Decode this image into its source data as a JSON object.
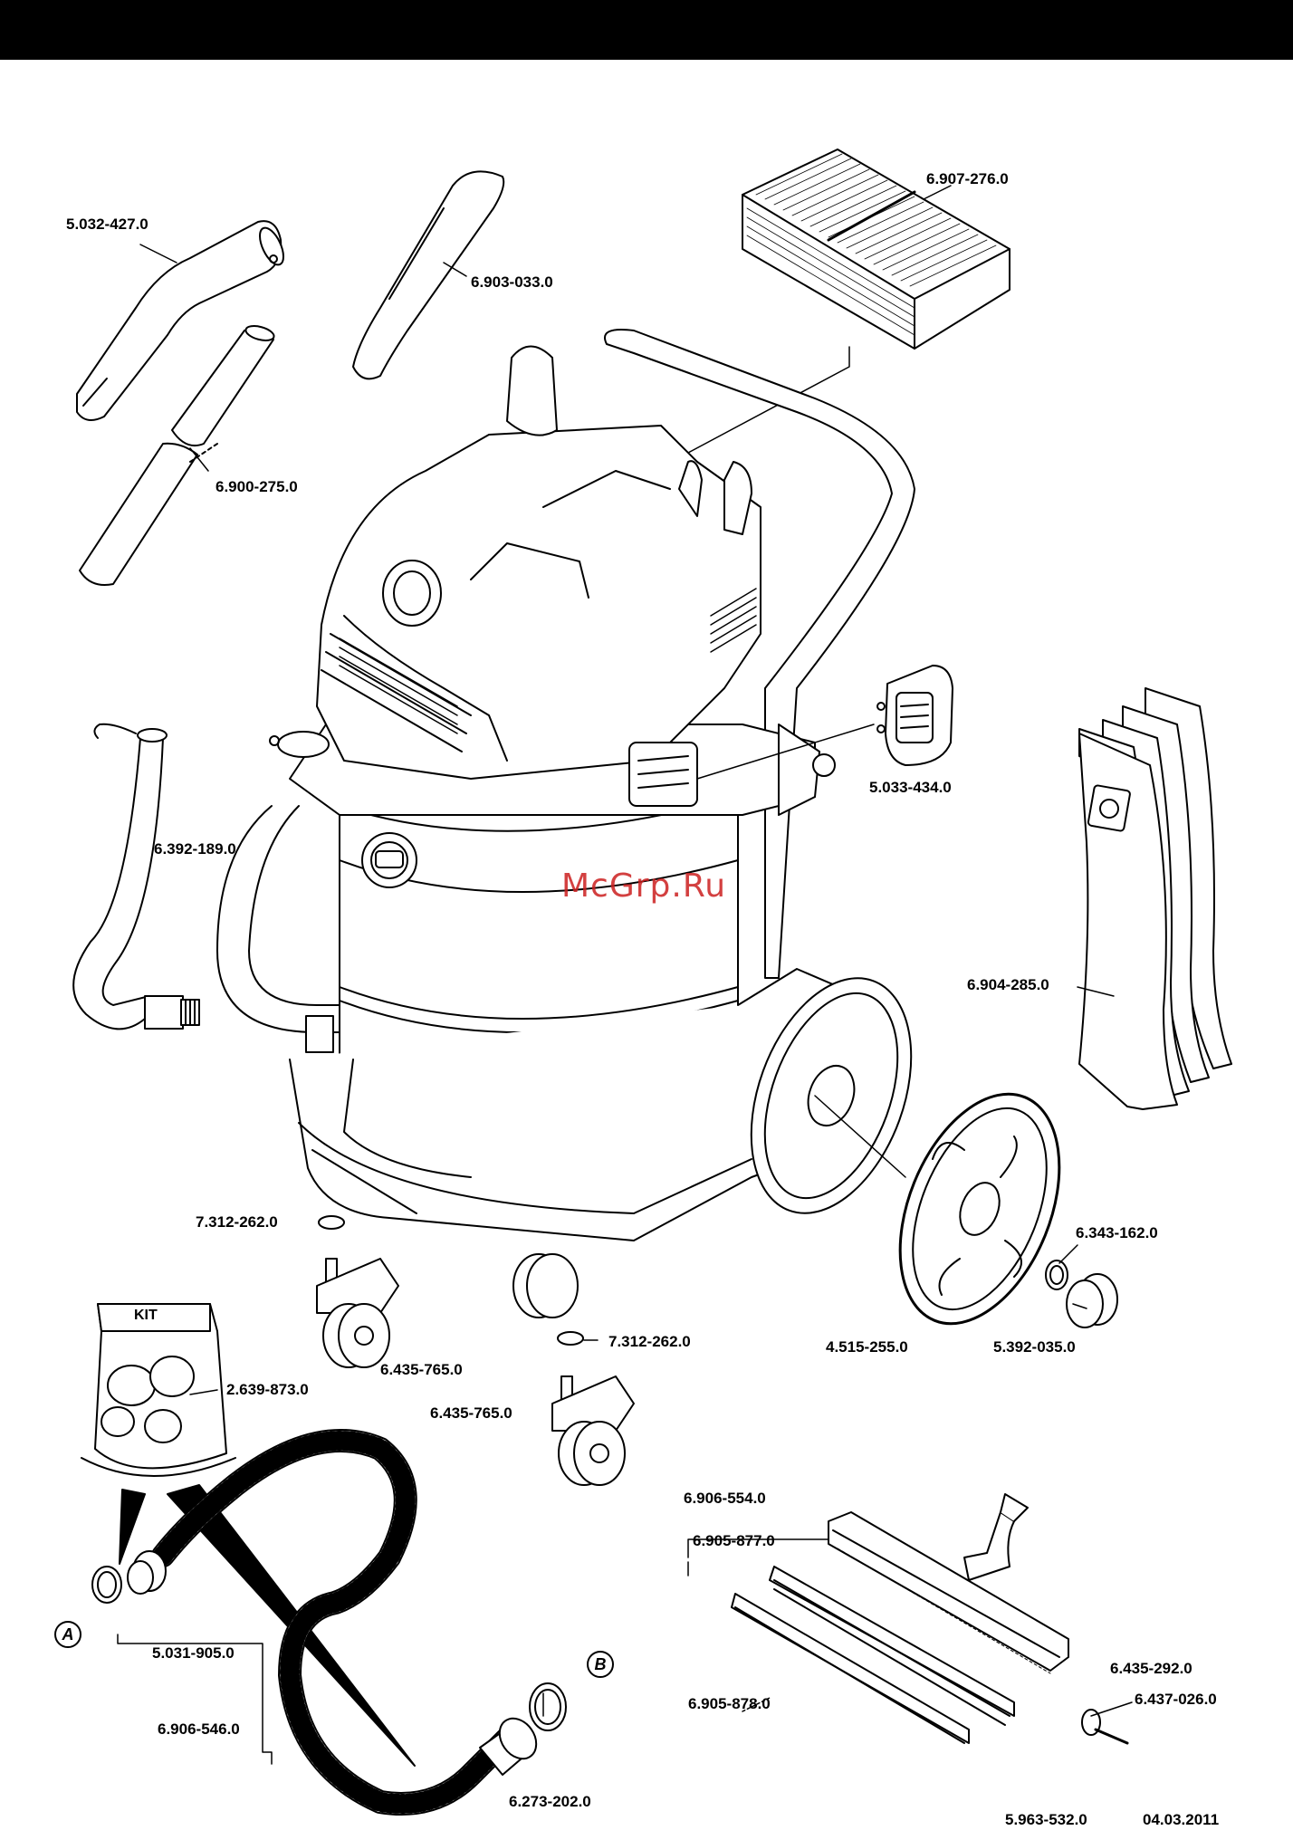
{
  "watermark": "McGrp.Ru",
  "kit_label": "KIT",
  "callout_a": "A",
  "callout_b": "B",
  "parts": {
    "p1": "5.032-427.0",
    "p2": "6.903-033.0",
    "p3": "6.907-276.0",
    "p4": "6.900-275.0",
    "p5": "6.392-189.0",
    "p6": "5.033-434.0",
    "p7": "6.904-285.0",
    "p8": "7.312-262.0",
    "p9": "6.343-162.0",
    "p10": "6.435-765.0",
    "p11": "7.312-262.0",
    "p12": "4.515-255.0",
    "p13": "5.392-035.0",
    "p14": "2.639-873.0",
    "p15": "6.435-765.0",
    "p16": "6.906-554.0",
    "p17": "6.905-877.0",
    "p18": "6.435-292.0",
    "p19": "6.437-026.0",
    "p20": "5.031-905.0",
    "p21": "6.905-878.0",
    "p22": "6.906-546.0",
    "p23": "6.273-202.0"
  },
  "footer": {
    "doc_number": "5.963-532.0",
    "date": "04.03.2011"
  }
}
